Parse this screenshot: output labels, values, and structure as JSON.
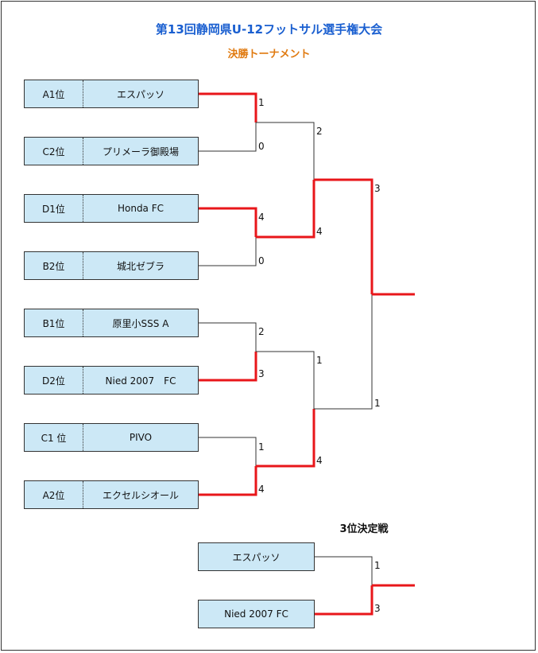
{
  "title": "第13回静岡県U-12フットサル選手権大会",
  "subtitle": "決勝トーナメント",
  "third_place_title": "3位決定戦",
  "colors": {
    "winner_line": "#e8161a",
    "loser_line": "#333333",
    "box_fill": "#cce8f6",
    "title": "#1a5fd0",
    "subtitle": "#e07a10"
  },
  "teams": [
    {
      "rank": "A1位",
      "name": "エスパッソ"
    },
    {
      "rank": "C2位",
      "name": "プリメーラ御殿場"
    },
    {
      "rank": "D1位",
      "name": "Honda FC"
    },
    {
      "rank": "B2位",
      "name": "城北ゼブラ"
    },
    {
      "rank": "B1位",
      "name": "原里小SSS A"
    },
    {
      "rank": "D2位",
      "name": "Nied 2007　FC"
    },
    {
      "rank": "C1 位",
      "name": "PIVO"
    },
    {
      "rank": "A2位",
      "name": "エクセルシオール"
    }
  ],
  "third_place_teams": [
    {
      "name": "エスパッソ"
    },
    {
      "name": "Nied 2007 FC"
    }
  ],
  "scores": {
    "r1": [
      "1",
      "0",
      "4",
      "0",
      "2",
      "3",
      "1",
      "4"
    ],
    "semi": [
      "2",
      "4",
      "1",
      "4"
    ],
    "final": [
      "3",
      "1"
    ],
    "third": [
      "1",
      "3"
    ]
  }
}
